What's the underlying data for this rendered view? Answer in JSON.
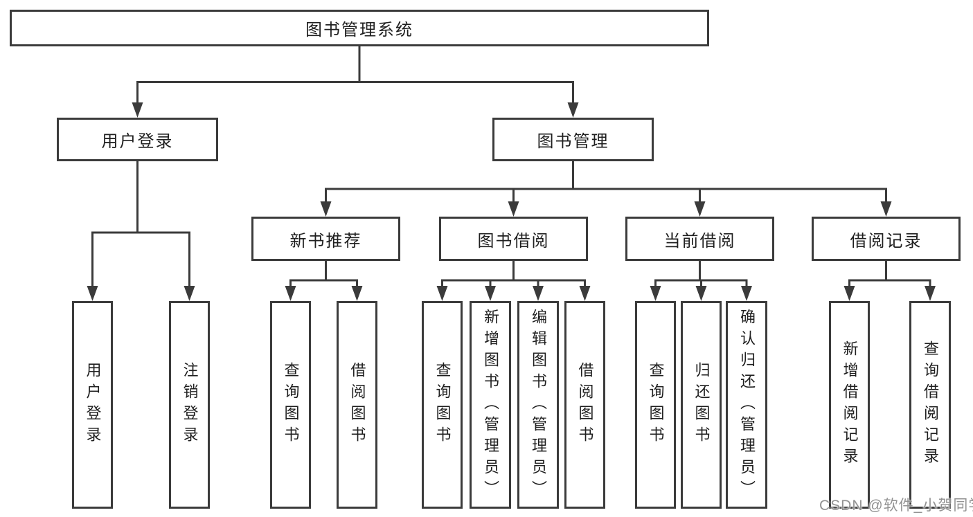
{
  "nodes": {
    "root": {
      "label": "图书管理系统"
    },
    "level2": [
      {
        "label": "用户登录"
      },
      {
        "label": "图书管理"
      }
    ],
    "level3": [
      {
        "label": "新书推荐"
      },
      {
        "label": "图书借阅"
      },
      {
        "label": "当前借阅"
      },
      {
        "label": "借阅记录"
      }
    ],
    "leaves": [
      {
        "parent": "用户登录",
        "label": "用户登录"
      },
      {
        "parent": "用户登录",
        "label": "注销登录"
      },
      {
        "parent": "新书推荐",
        "label": "查询图书"
      },
      {
        "parent": "新书推荐",
        "label": "借阅图书"
      },
      {
        "parent": "图书借阅",
        "label": "查询图书"
      },
      {
        "parent": "图书借阅",
        "label": "新增图书（管理员）"
      },
      {
        "parent": "图书借阅",
        "label": "编辑图书（管理员）"
      },
      {
        "parent": "图书借阅",
        "label": "借阅图书"
      },
      {
        "parent": "当前借阅",
        "label": "查询图书"
      },
      {
        "parent": "当前借阅",
        "label": "归还图书"
      },
      {
        "parent": "当前借阅",
        "label": "确认归还（管理员）"
      },
      {
        "parent": "借阅记录",
        "label": "新增借阅记录"
      },
      {
        "parent": "借阅记录",
        "label": "查询借阅记录"
      }
    ]
  },
  "watermark": {
    "text": "CSDN @软件_小贺同学"
  },
  "colors": {
    "line": "#3b3b3b",
    "box_border": "#3b3b3b",
    "text": "#1f1f1f",
    "watermark": "#929292",
    "background": "#ffffff"
  }
}
